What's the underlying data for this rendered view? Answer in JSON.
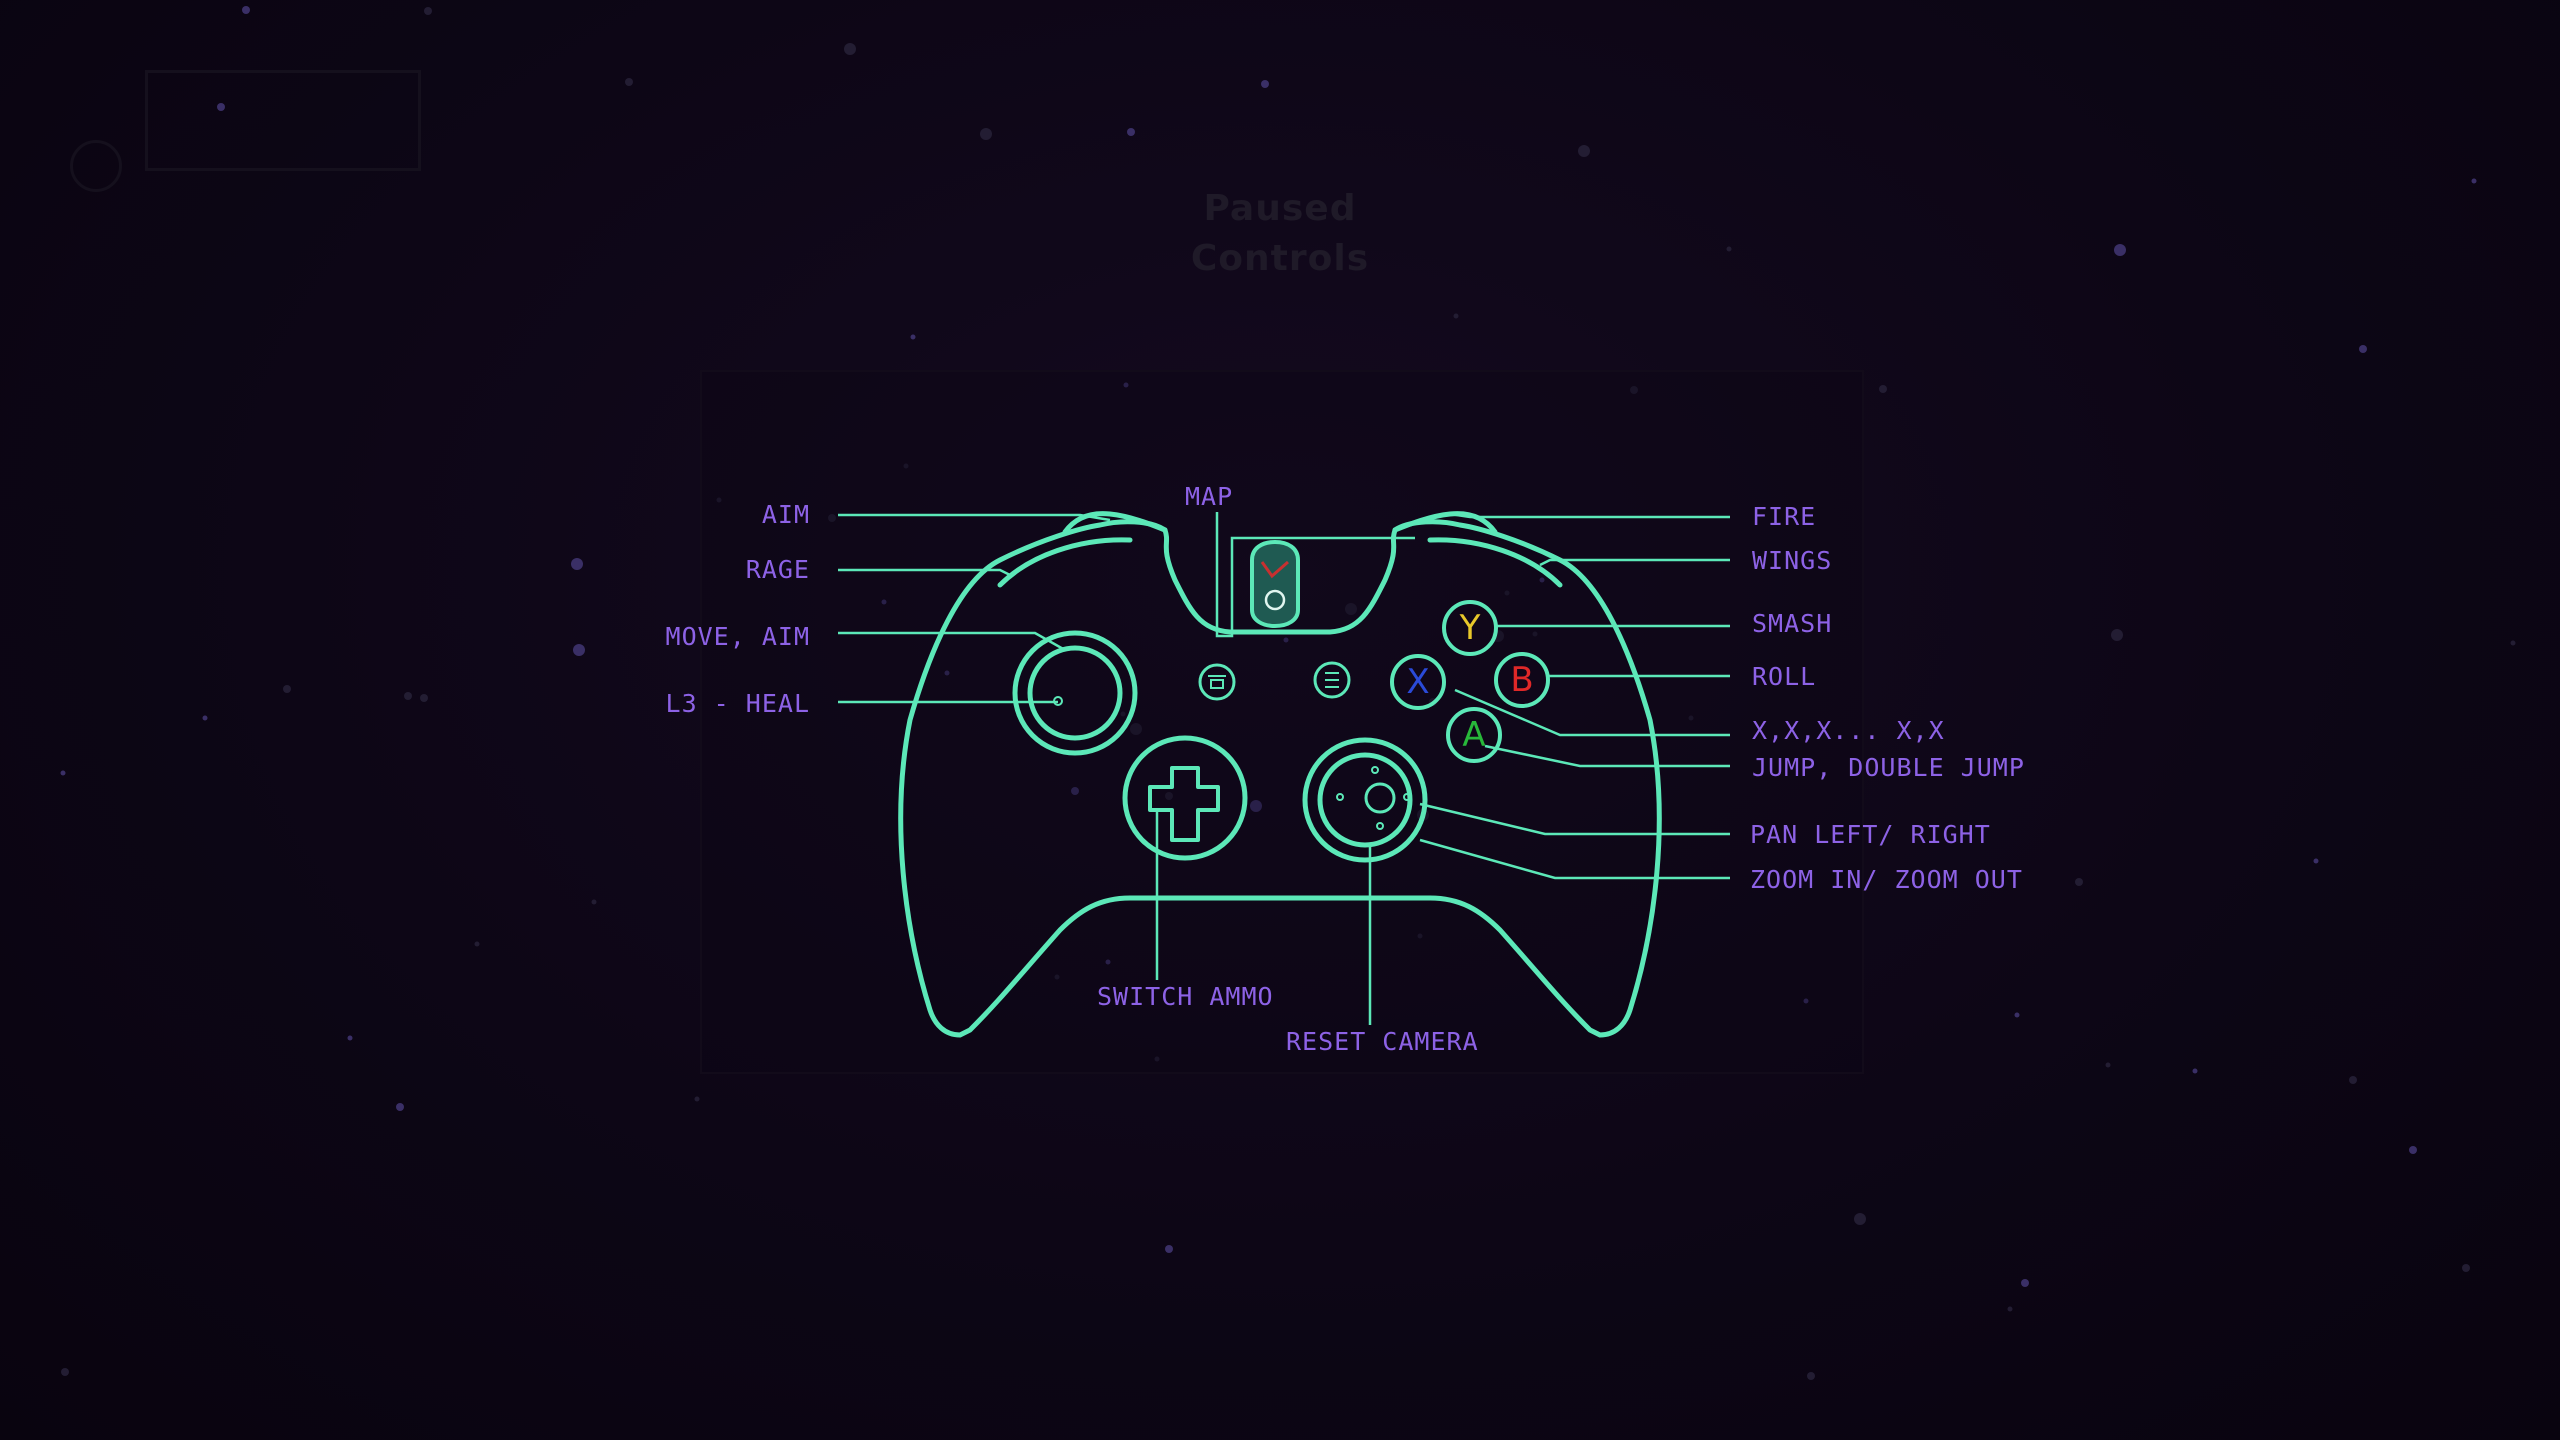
{
  "menu": {
    "title": "Paused",
    "subtitle": "Controls"
  },
  "colors": {
    "background": "#0c0514",
    "controller_line": "#5ce8b8",
    "label_text": "#8d62e6",
    "button_y": "#e8c82a",
    "button_b": "#e02828",
    "button_x": "#2a4ad8",
    "button_a": "#28b83a",
    "guide_fill": "#2a6e64",
    "guide_mark": "#c83030"
  },
  "controller": {
    "face_buttons": {
      "y": "Y",
      "b": "B",
      "x": "X",
      "a": "A"
    },
    "icons": {
      "guide": "xbox-guide-icon",
      "view": "view-button-icon",
      "menu": "menu-button-icon",
      "dpad": "dpad-icon",
      "left_stick": "left-stick-icon",
      "right_stick": "right-stick-icon"
    }
  },
  "labels_left": [
    {
      "id": "aim",
      "text": "AIM"
    },
    {
      "id": "rage",
      "text": "RAGE"
    },
    {
      "id": "move-aim",
      "text": "MOVE, AIM"
    },
    {
      "id": "l3-heal",
      "text": "L3 - HEAL"
    }
  ],
  "labels_top": [
    {
      "id": "map",
      "text": "MAP"
    }
  ],
  "labels_right": [
    {
      "id": "fire",
      "text": "FIRE"
    },
    {
      "id": "wings",
      "text": "WINGS"
    },
    {
      "id": "smash",
      "text": "SMASH"
    },
    {
      "id": "roll",
      "text": "ROLL"
    },
    {
      "id": "combo",
      "text": "X,X,X... X,X"
    },
    {
      "id": "jump",
      "text": "JUMP, DOUBLE JUMP"
    },
    {
      "id": "pan",
      "text": "PAN LEFT/ RIGHT"
    },
    {
      "id": "zoom",
      "text": "ZOOM IN/ ZOOM OUT"
    }
  ],
  "labels_bottom": [
    {
      "id": "switch-ammo",
      "text": "SWITCH AMMO"
    },
    {
      "id": "reset-camera",
      "text": "RESET CAMERA"
    }
  ]
}
